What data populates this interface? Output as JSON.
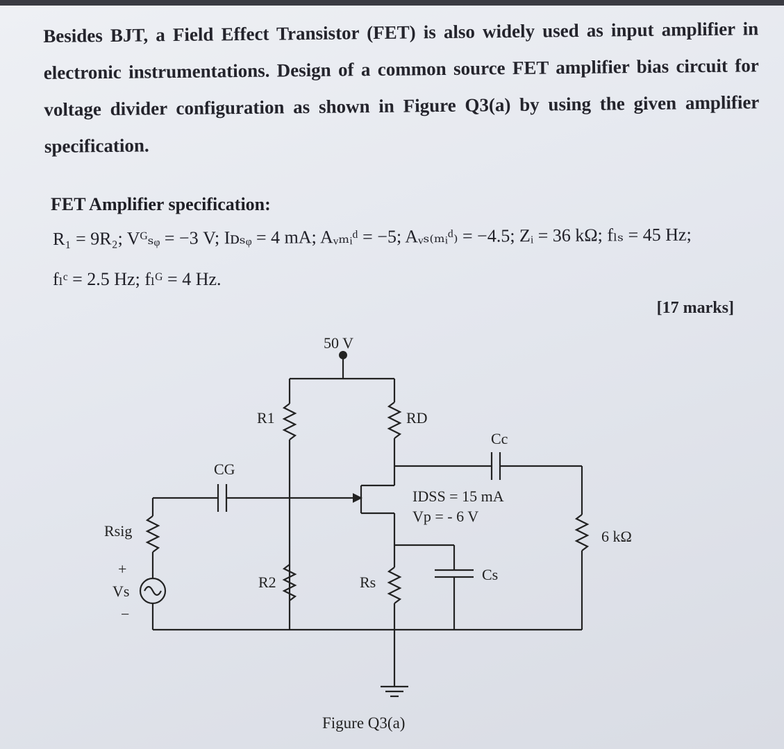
{
  "question": {
    "paragraph": "Besides BJT, a Field Effect Transistor (FET) is also widely used as input amplifier in electronic instrumentations. Design of a common source FET amplifier bias circuit for voltage divider configuration as shown in Figure Q3(a) by using the given amplifier specification.",
    "spec_heading": "FET Amplifier specification:",
    "spec_line1": "R₁ = 9R₂; Vᴳₛᵩ = −3 V; Iᴅₛᵩ = 4 mA; Aᵥₘᵢᵈ = −5; Aᵥₛ₍ₘᵢᵈ₎ = −4.5; Zᵢ = 36 kΩ; fₗₛ = 45 Hz;",
    "spec_line2": "fₗᶜ = 2.5 Hz; fₗᴳ = 4 Hz.",
    "marks": "[17 marks]"
  },
  "figure": {
    "supply": "50 V",
    "r1": "R1",
    "rd": "RD",
    "cc": "Cc",
    "cg": "CG",
    "idss": "IDSS = 15 mA",
    "vp": "Vp = - 6 V",
    "rsig": "Rsig",
    "load": "6 kΩ",
    "plus": "+",
    "minus": "−",
    "vs": "Vs",
    "r2": "R2",
    "rs": "Rs",
    "cs": "Cs",
    "caption": "Figure Q3(a)"
  }
}
